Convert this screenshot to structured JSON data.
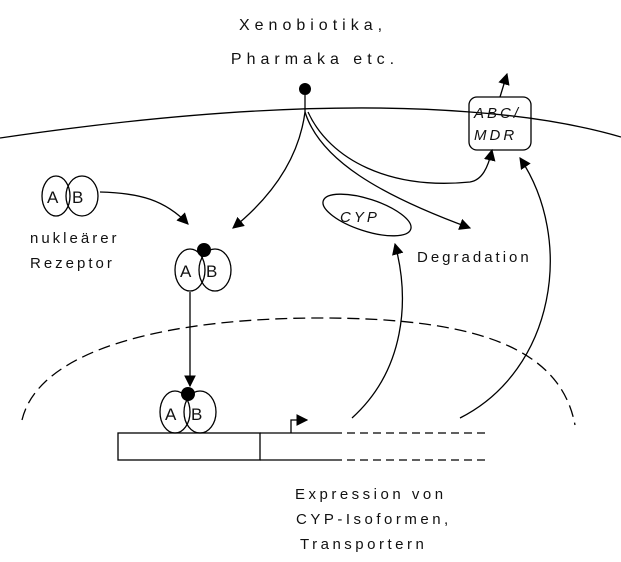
{
  "title": {
    "line1": "Xenobiotika,",
    "line2": "Pharmaka etc."
  },
  "receptor_label": {
    "line1": "nukleärer",
    "line2": "Rezeptor"
  },
  "subunits": {
    "a": "A",
    "b": "B"
  },
  "cyp_label": "CYP",
  "degradation_label": "Degradation",
  "transporter_label": {
    "line1": "ABC/",
    "line2": "MDR"
  },
  "expression_label": {
    "line1": "Expression von",
    "line2": "CYP-Isoformen,",
    "line3": "Transportern"
  }
}
